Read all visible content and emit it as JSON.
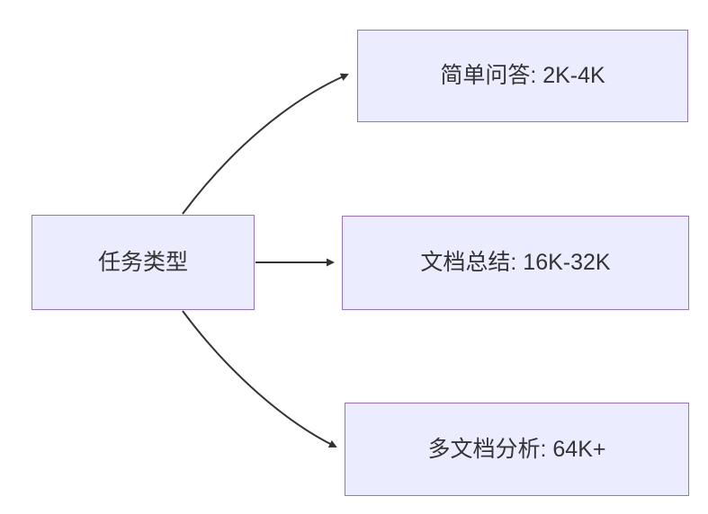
{
  "diagram": {
    "type": "flowchart",
    "direction": "left-to-right",
    "root": {
      "label": "任务类型"
    },
    "branches": [
      {
        "label": "简单问答: 2K-4K"
      },
      {
        "label": "文档总结: 16K-32K"
      },
      {
        "label": "多文档分析: 64K+"
      }
    ],
    "edges": [
      {
        "from": "任务类型",
        "to": "简单问答: 2K-4K"
      },
      {
        "from": "任务类型",
        "to": "文档总结: 16K-32K"
      },
      {
        "from": "任务类型",
        "to": "多文档分析: 64K+"
      }
    ],
    "colors": {
      "node_fill": "#ECECFF",
      "node_border": "#9370DB",
      "arrow": "#333333",
      "text": "#333333",
      "background": "#ffffff"
    }
  }
}
